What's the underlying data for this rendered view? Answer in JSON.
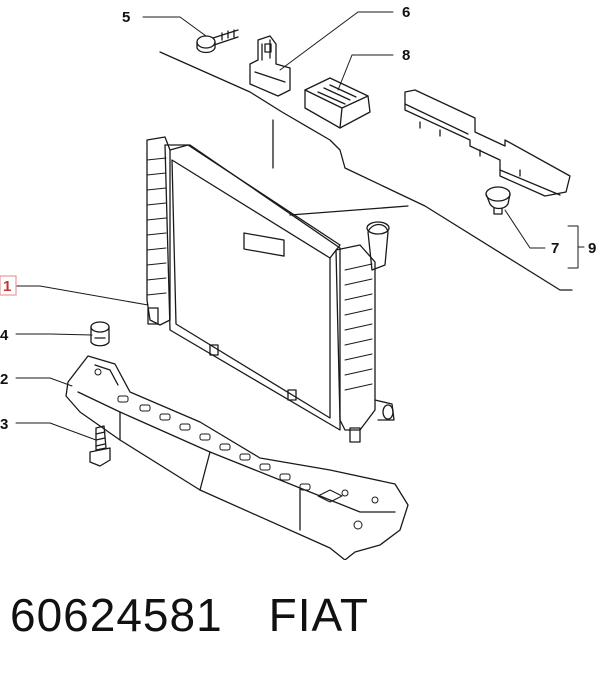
{
  "callouts": [
    {
      "id": "1",
      "label": "1",
      "highlighted": true
    },
    {
      "id": "2",
      "label": "2"
    },
    {
      "id": "3",
      "label": "3"
    },
    {
      "id": "4",
      "label": "4"
    },
    {
      "id": "5",
      "label": "5"
    },
    {
      "id": "6",
      "label": "6"
    },
    {
      "id": "7",
      "label": "7"
    },
    {
      "id": "8",
      "label": "8"
    },
    {
      "id": "9",
      "label": "9"
    }
  ],
  "caption": {
    "part_number": "60624581",
    "brand": "FIAT"
  },
  "colors": {
    "line": "#1a1a1a",
    "highlight_box": "#e8a0a0",
    "highlight_text": "#c0392b"
  }
}
